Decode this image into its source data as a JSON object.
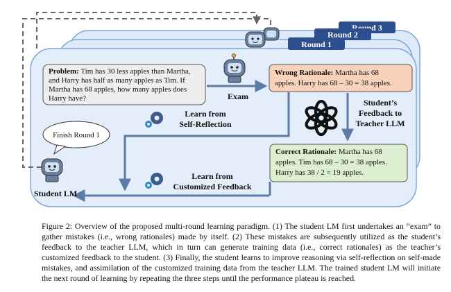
{
  "rounds": [
    "Round 3",
    "Round 2",
    "Round 1"
  ],
  "problem": {
    "label": "Problem:",
    "lines": [
      " Tim has 30 less apples than Martha,",
      "and Harry has half as many apples as Tim. If",
      "Martha has 68 apples, how many apples does",
      "Harry have?"
    ]
  },
  "exam_label": "Exam",
  "wrong_rationale": {
    "label": "Wrong Rationale:",
    "lines": [
      " Martha has 68",
      "apples. Harry has 68 – 30 = 38 apples."
    ]
  },
  "student_feedback_label": [
    "Student’s",
    "Feedback to",
    "Teacher LLM"
  ],
  "correct_rationale": {
    "label": "Correct Rationale:",
    "lines": [
      " Martha has 68",
      "apples. Tim has 68 – 30 = 38 apples.",
      "Harry has 38 / 2 = 19 apples."
    ]
  },
  "learn_self_reflection": [
    "Learn from",
    "Self-Reflection"
  ],
  "learn_customized_feedback": [
    "Learn from",
    "Customized Feedback"
  ],
  "finish_bubble": "Finish Round 1",
  "student_lm_label": "Student LM",
  "caption": "Figure 2: Overview of the proposed multi-round learning paradigm. (1) The student LM first undertakes an “exam” to gather mistakes (i.e., wrong rationales) made by itself. (2) These mistakes are subsequently utilized as the student’s feedback to the teacher LLM, which in turn can generate training data (i.e., correct rationales) as the teacher’s customized feedback to the student. (3) Finally, the student learns to improve reasoning via self-reflection on self-made mistakes, and assimilation of the customized training data from the teacher LLM. The trained student LM will initiate the next round of learning by repeating the three steps until the performance plateau is reached.",
  "colors": {
    "tab": "#2c4d8e",
    "panel_fill": "#deeaf8",
    "panel_stroke": "#7da6d8",
    "arrow": "#5b7aa6",
    "wrong_fill": "#f8d2bb",
    "correct_fill": "#dcefd0",
    "problem_fill": "#eeeeee"
  }
}
